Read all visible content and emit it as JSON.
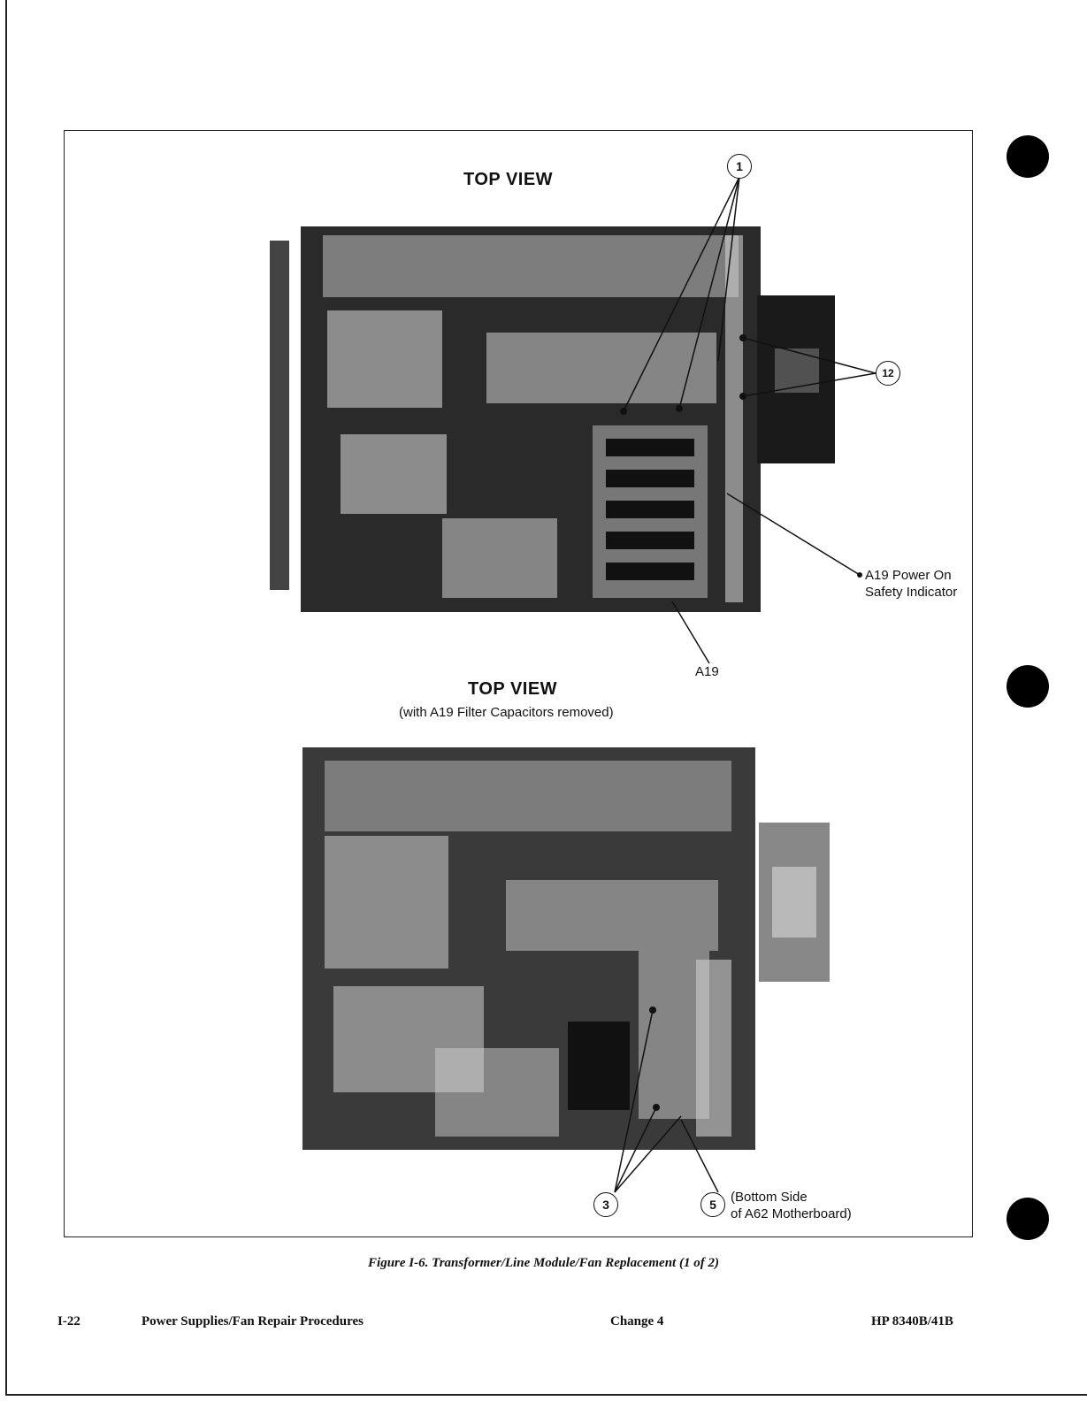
{
  "figure": {
    "top_view_1": {
      "title": "TOP VIEW"
    },
    "top_view_2": {
      "title": "TOP VIEW",
      "subtitle": "(with A19 Filter Capacitors removed)"
    },
    "callouts": {
      "c1": "1",
      "c12": "12",
      "c3": "3",
      "c5": "5"
    },
    "labels": {
      "a19_power_line1": "A19 Power On",
      "a19_power_line2": "Safety Indicator",
      "a19": "A19",
      "bottom_side_line1": "(Bottom Side",
      "bottom_side_line2": "of A62 Motherboard)"
    },
    "caption": "Figure I-6. Transformer/Line Module/Fan Replacement (1 of 2)"
  },
  "footer": {
    "page_number": "I-22",
    "section": "Power Supplies/Fan Repair Procedures",
    "change": "Change 4",
    "model": "HP 8340B/41B"
  }
}
